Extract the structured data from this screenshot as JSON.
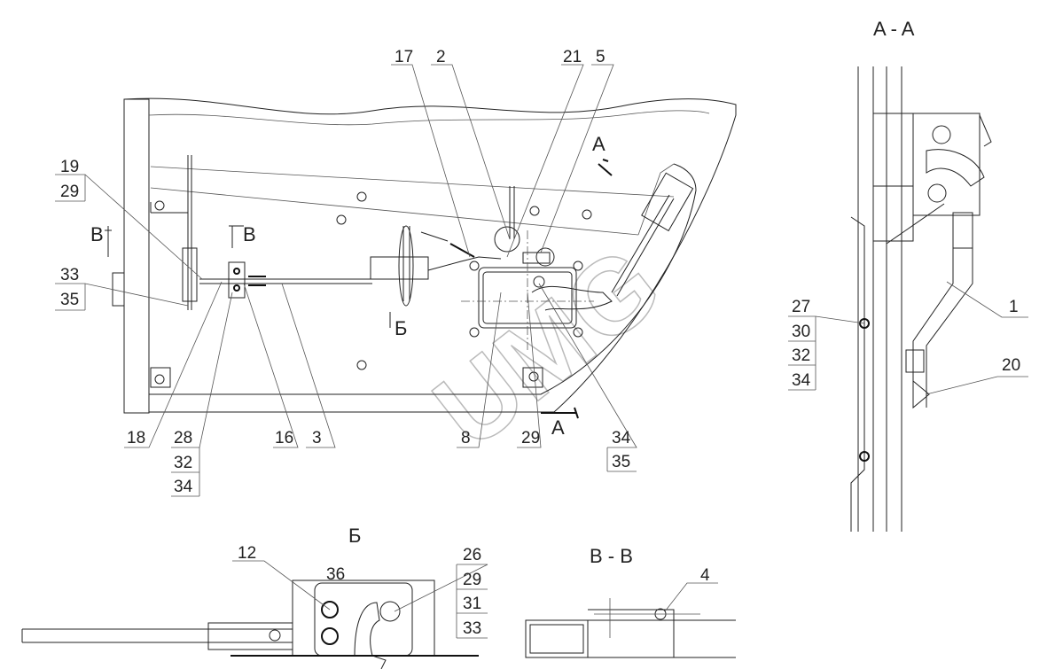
{
  "sections": {
    "aa": "A - A",
    "b_view": "Б",
    "vv": "В - В",
    "a_top": "A",
    "a_bottom": "A",
    "b_mark": "Б",
    "v_left": "В",
    "v_right": "В"
  },
  "callouts": {
    "c17": "17",
    "c2": "2",
    "c21": "21",
    "c5": "5",
    "c19": "19",
    "c29a": "29",
    "c33a": "33",
    "c35a": "35",
    "c18": "18",
    "c28": "28",
    "c32a": "32",
    "c34a": "34",
    "c16": "16",
    "c3": "3",
    "c8": "8",
    "c29b": "29",
    "c34b": "34",
    "c35b": "35",
    "c27": "27",
    "c30": "30",
    "c32b": "32",
    "c34c": "34",
    "c1": "1",
    "c20": "20",
    "c12": "12",
    "c36": "36",
    "c26": "26",
    "c29c": "29",
    "c31": "31",
    "c33b": "33",
    "c4": "4"
  },
  "watermark": "UMG",
  "colors": {
    "line": "#222222",
    "watermark": "#bbbbbb"
  }
}
